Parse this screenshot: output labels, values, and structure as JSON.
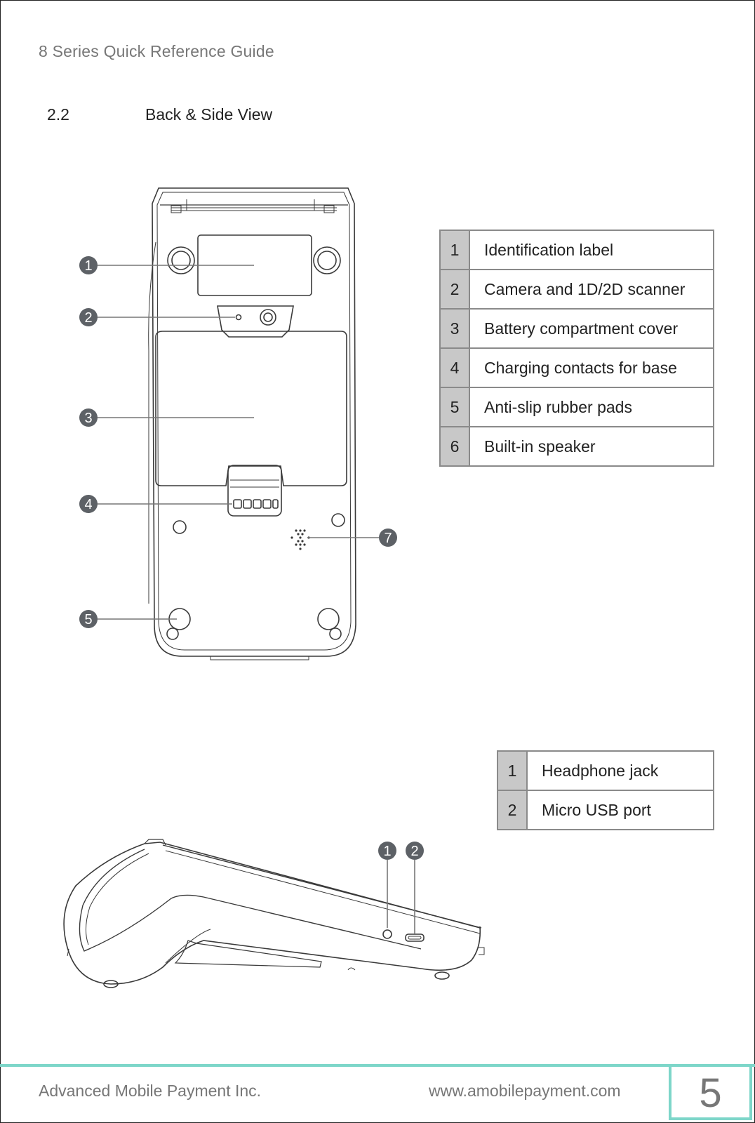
{
  "header": {
    "doc_title": "8 Series Quick Reference Guide",
    "section_number": "2.2",
    "section_title": "Back & Side View"
  },
  "back_view": {
    "callouts": [
      "1",
      "2",
      "3",
      "4",
      "5",
      "7"
    ],
    "legend": [
      {
        "num": "1",
        "label": "Identification label"
      },
      {
        "num": "2",
        "label": "Camera and 1D/2D scanner"
      },
      {
        "num": "3",
        "label": "Battery compartment cover"
      },
      {
        "num": "4",
        "label": "Charging contacts for base"
      },
      {
        "num": "5",
        "label": "Anti-slip rubber pads"
      },
      {
        "num": "6",
        "label": "Built-in speaker"
      }
    ]
  },
  "side_view": {
    "callouts": [
      "1",
      "2"
    ],
    "legend": [
      {
        "num": "1",
        "label": "Headphone jack"
      },
      {
        "num": "2",
        "label": "Micro USB port"
      }
    ]
  },
  "footer": {
    "company": "Advanced Mobile Payment Inc.",
    "website": "www.amobilepayment.com",
    "page_number": "5"
  },
  "colors": {
    "accent": "#7dd6c9",
    "legend_num_bg": "#c8c8c8",
    "callout_badge": "#5d6166"
  }
}
